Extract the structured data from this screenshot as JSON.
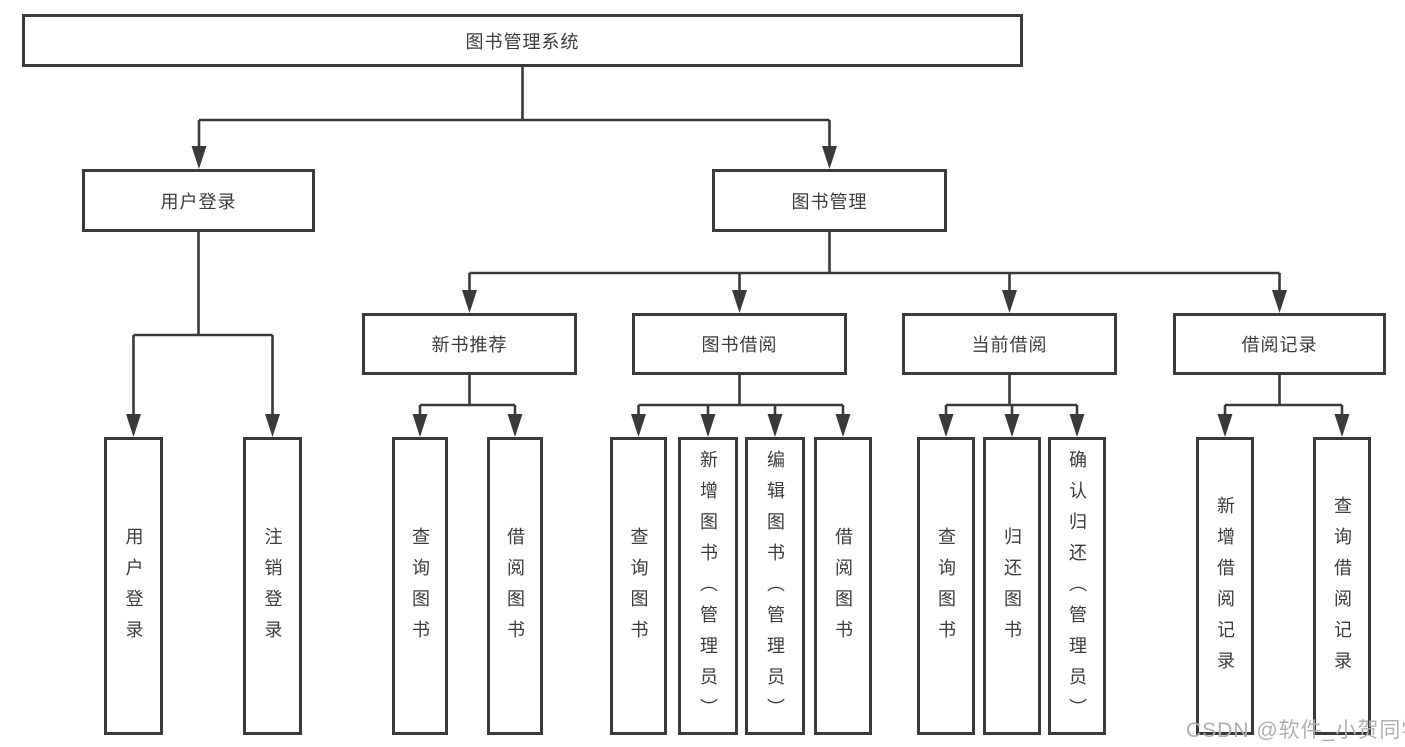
{
  "diagram": {
    "title": "图书管理系统",
    "level2": [
      {
        "label": "用户登录"
      },
      {
        "label": "图书管理"
      }
    ],
    "level3": [
      {
        "label": "新书推荐"
      },
      {
        "label": "图书借阅"
      },
      {
        "label": "当前借阅"
      },
      {
        "label": "借阅记录"
      }
    ],
    "leaves": {
      "user_login": [
        "用户登录",
        "注销登录"
      ],
      "new_book_rec": [
        "查询图书",
        "借阅图书"
      ],
      "book_borrow": [
        "查询图书",
        "新增图书（管理员）",
        "编辑图书（管理员）",
        "借阅图书"
      ],
      "current_borrow": [
        "查询图书",
        "归还图书",
        "确认归还（管理员）"
      ],
      "borrow_records": [
        "新增借阅记录",
        "查询借阅记录"
      ]
    }
  },
  "watermark": {
    "text": "CSDN @软件_小贺同学"
  },
  "colors": {
    "line": "#3a3a3a",
    "text": "#3c3c3c",
    "watermark": "#b0b0b0",
    "background": "#ffffff"
  }
}
